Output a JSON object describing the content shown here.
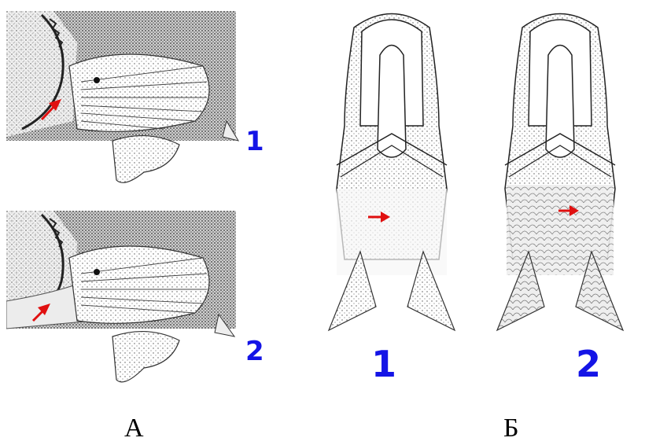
{
  "figure_labels": {
    "panel_a": "А",
    "panel_b": "Б"
  },
  "panel_a": {
    "top_number": "1",
    "bottom_number": "2"
  },
  "panel_b": {
    "left_number": "1",
    "right_number": "2"
  },
  "colors": {
    "number_blue": "#1414e6",
    "arrow_red": "#e01010",
    "ink": "#2a2a2a"
  },
  "icons": [
    "red-arrow-icon"
  ]
}
